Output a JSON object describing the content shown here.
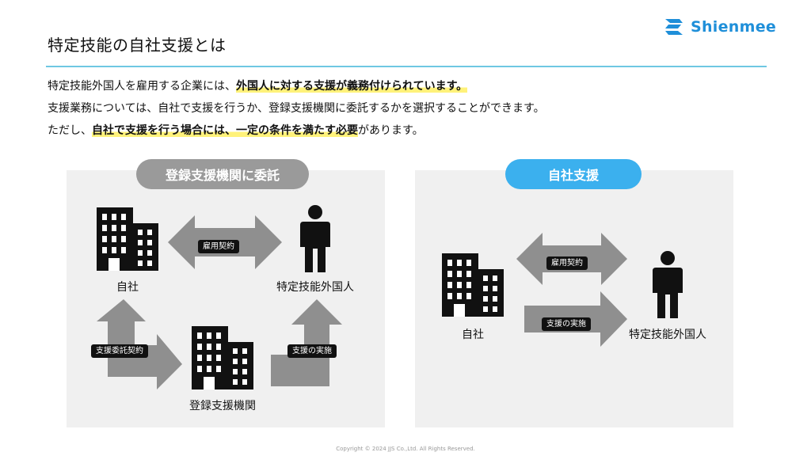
{
  "header": {
    "title": "特定技能の自社支援とは",
    "logo_text": "Shienmee",
    "brand_color": "#1f8fd9"
  },
  "intro": {
    "line1_a": "特定技能外国人を雇用する企業には、",
    "line1_hl": "外国人に対する支援が義務付けられています。",
    "line2": "支援業務については、自社で支援を行うか、登録支援機関に委託するかを選択することができます。",
    "line3_a": "ただし、",
    "line3_hl": "自社で支援を行う場合には、一定の条件を満たす必要",
    "line3_b": "があります。",
    "highlight_color": "#fff27a"
  },
  "left_panel": {
    "pill": "登録支援機関に委託",
    "pill_color": "#9a9a9a",
    "company_label": "自社",
    "worker_label": "特定技能外国人",
    "agency_label": "登録支援機関",
    "employment_tag": "雇用契約",
    "consign_tag": "支援委託契約",
    "support_tag": "支援の実施",
    "icons": [
      "building-icon",
      "person-icon",
      "building-icon"
    ]
  },
  "right_panel": {
    "pill": "自社支援",
    "pill_color": "#3bb0ee",
    "company_label": "自社",
    "worker_label": "特定技能外国人",
    "employment_tag": "雇用契約",
    "support_tag": "支援の実施",
    "icons": [
      "building-icon",
      "person-icon"
    ]
  },
  "footer": {
    "copyright": "Copyright © 2024 JJS Co.,Ltd. All Rights Reserved."
  }
}
